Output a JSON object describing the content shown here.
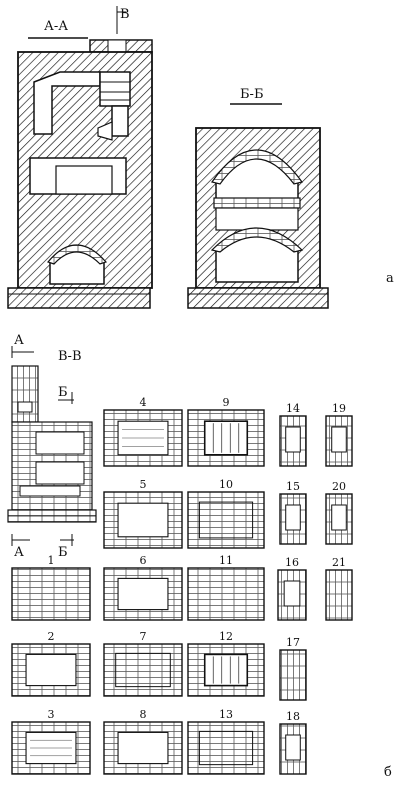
{
  "labels": {
    "section_aa": "А-А",
    "section_bb": "Б-Б",
    "section_vv": "В-В",
    "mark_v": "В",
    "mark_a_top": "А",
    "mark_a_bottom": "А",
    "mark_b_top": "Б",
    "mark_b_bottom": "Б",
    "part_a": "а",
    "part_b": "б"
  },
  "courses": [
    {
      "id": 1,
      "label": "1"
    },
    {
      "id": 2,
      "label": "2"
    },
    {
      "id": 3,
      "label": "3"
    },
    {
      "id": 4,
      "label": "4"
    },
    {
      "id": 5,
      "label": "5"
    },
    {
      "id": 6,
      "label": "6"
    },
    {
      "id": 7,
      "label": "7"
    },
    {
      "id": 8,
      "label": "8"
    },
    {
      "id": 9,
      "label": "9"
    },
    {
      "id": 10,
      "label": "10"
    },
    {
      "id": 11,
      "label": "11"
    },
    {
      "id": 12,
      "label": "12"
    },
    {
      "id": 13,
      "label": "13"
    },
    {
      "id": 14,
      "label": "14"
    },
    {
      "id": 15,
      "label": "15"
    },
    {
      "id": 16,
      "label": "16"
    },
    {
      "id": 17,
      "label": "17"
    },
    {
      "id": 18,
      "label": "18"
    },
    {
      "id": 19,
      "label": "19"
    },
    {
      "id": 20,
      "label": "20"
    },
    {
      "id": 21,
      "label": "21"
    }
  ]
}
